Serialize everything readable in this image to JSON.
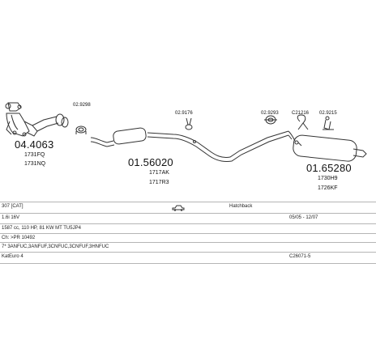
{
  "parts": [
    {
      "number": "04.4063",
      "codes": [
        "1731FQ",
        "1731NQ"
      ]
    },
    {
      "number": "01.56020",
      "codes": [
        "1717AK",
        "1717R3"
      ]
    },
    {
      "number": "01.65280",
      "codes": [
        "1730H9",
        "1726KF"
      ]
    }
  ],
  "small_parts": [
    {
      "number": "02.9298"
    },
    {
      "number": "02.9176"
    },
    {
      "number": "02.9293"
    },
    {
      "number": "C21216"
    },
    {
      "number": "02.9215"
    }
  ],
  "spec_table": {
    "model": "307 [CAT]",
    "body_type": "Hatchback",
    "engine": "1.6i 16V",
    "period": "05/05 - 12/07",
    "power": "1587 cc, 110 HP, 81 KW MT TU5JP4",
    "chassis": "Ch: >PR 10492",
    "variants": "7* 3ANFUC,3ANFUF,3CNFUC,3CNFUF,3HNFUC",
    "catalyst": "KatEuro 4",
    "ref_code": "C26071-5"
  },
  "icons": {
    "car": "car-icon"
  }
}
